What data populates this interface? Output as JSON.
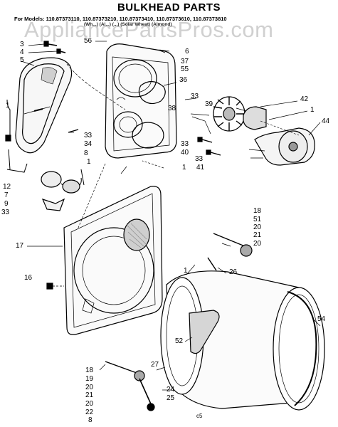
{
  "title": "BULKHEAD PARTS",
  "models_line": "For Models: 110.87373110, 110.87373210, 110.87373410, 110.87373610, 110.87373810",
  "models_note": "(Wh...) (Al...) (...) (Solar Wheat) (Almond)",
  "watermark": "AppliancePartsPros.com",
  "footer": "c5",
  "labels": {
    "l3": "3",
    "l4": "4",
    "l5": "5",
    "l56": "56",
    "l6": "6",
    "l37": "37",
    "l55": "55",
    "l36": "36",
    "l33a": "33",
    "l38": "38",
    "l39": "39",
    "l42": "42",
    "l1a": "1",
    "l44": "44",
    "l1b": "1",
    "l33b": "33",
    "l34": "34",
    "l8": "8",
    "l1c": "1",
    "l33c": "33",
    "l40": "40",
    "l33d": "33",
    "l41": "41",
    "l1d": "1",
    "l12": "12",
    "l7": "7",
    "l9": "9",
    "l33e": "33",
    "l18a": "18",
    "l51": "51",
    "l20a": "20",
    "l21a": "21",
    "l20b": "20",
    "l17": "17",
    "l16": "16",
    "l1e": "1",
    "l26": "26",
    "l54": "54",
    "l52": "52",
    "l27": "27",
    "l18b": "18",
    "l19": "19",
    "l20c": "20",
    "l21b": "21",
    "l20d": "20",
    "l22": "22",
    "l24": "24",
    "l25": "25",
    "l8b": "8"
  }
}
